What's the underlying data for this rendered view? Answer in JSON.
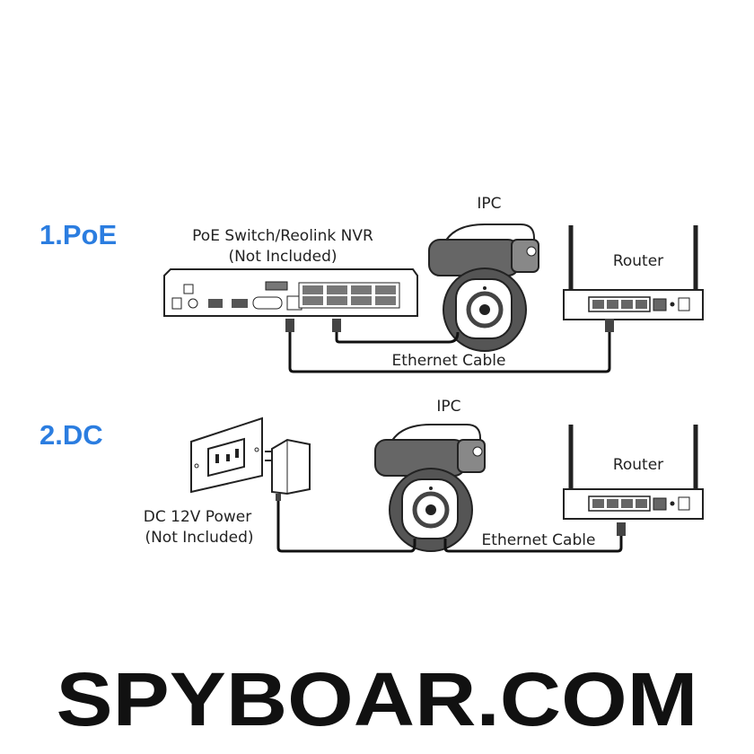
{
  "colors": {
    "accent": "#2b7de0",
    "line": "#222222"
  },
  "section_poe": {
    "title": "1.PoE",
    "switch_label": "PoE Switch/Reolink NVR",
    "switch_note": "(Not Included)",
    "camera_label": "IPC",
    "router_label": "Router",
    "cable_label": "Ethernet Cable"
  },
  "section_dc": {
    "title": "2.DC",
    "power_label": "DC 12V Power",
    "power_note": "(Not Included)",
    "camera_label": "IPC",
    "router_label": "Router",
    "cable_label": "Ethernet Cable"
  },
  "watermark": "SPYBOAR.COM"
}
